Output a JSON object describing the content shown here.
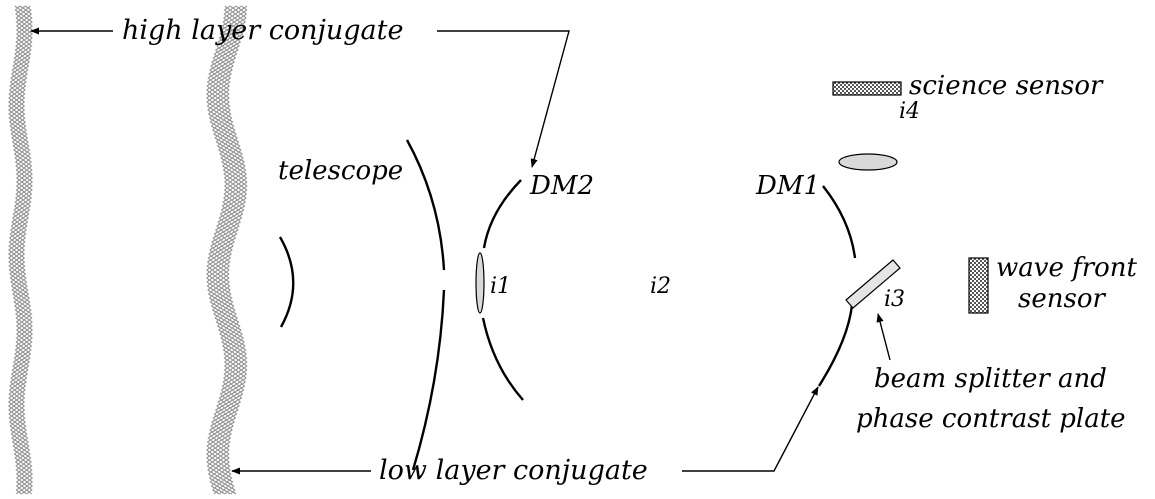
{
  "labels": {
    "high_layer": "high layer conjugate",
    "low_layer": "low layer conjugate",
    "telescope": "telescope",
    "dm2": "DM2",
    "dm1": "DM1",
    "i1": "i1",
    "i2": "i2",
    "i3": "i3",
    "i4": "i4",
    "science_sensor": "science sensor",
    "wave_front_1": "wave front",
    "wave_front_2": "sensor",
    "beam_splitter_1": "beam splitter and",
    "beam_splitter_2": "phase contrast plate"
  },
  "colors": {
    "ink": "#000000",
    "turbulence": "#8f8f8f",
    "lens_fill": "#d9d9d9",
    "sensor_fill": "#9a9a9a"
  }
}
